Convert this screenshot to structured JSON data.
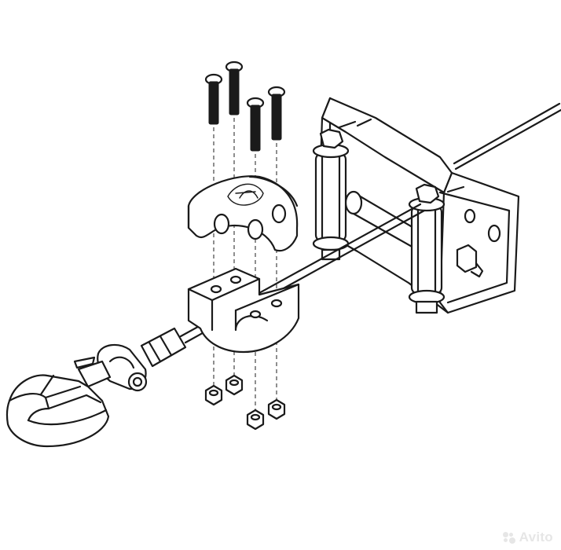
{
  "watermark": {
    "text": "Avito",
    "color": "#e6e6e6"
  },
  "palette": {
    "line": "#1a1a1a",
    "background": "#ffffff"
  },
  "parts": [
    {
      "name": "winch-cable",
      "icon": "cable"
    },
    {
      "name": "cable-hook",
      "icon": "hook"
    },
    {
      "name": "roller-fairlead-frame",
      "icon": "frame"
    },
    {
      "name": "hawse-clamp-top",
      "icon": "clamp-half"
    },
    {
      "name": "hawse-clamp-bottom",
      "icon": "clamp-half"
    },
    {
      "name": "mounting-bolts",
      "icon": "bolt",
      "count": 4
    },
    {
      "name": "hex-nuts",
      "icon": "nut",
      "count": 4
    }
  ]
}
